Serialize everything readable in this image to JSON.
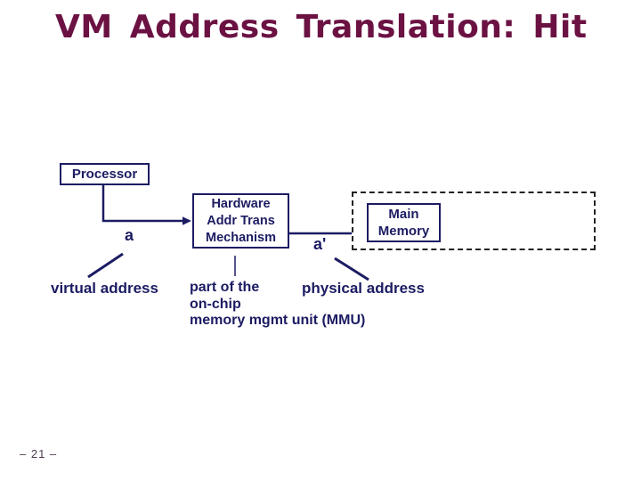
{
  "slide": {
    "title": "VM Address Translation: Hit",
    "page_number": "– 21 –"
  },
  "diagram": {
    "processor_box": {
      "label": "Processor"
    },
    "hw_box": {
      "line1": "Hardware",
      "line2": "Addr Trans",
      "line3": "Mechanism"
    },
    "main_memory_box": {
      "line1": "Main",
      "line2": "Memory"
    },
    "label_a": "a",
    "label_a_prime": "a'",
    "label_virtual_address": "virtual address",
    "label_mmu": {
      "line1": "part of the",
      "line2": "on-chip",
      "line3": "memory mgmt unit (MMU)"
    },
    "label_physical_address": "physical address"
  },
  "colors": {
    "title_text": "#6b1243",
    "diagram_ink": "#1c1c63",
    "dashed_border": "#222222",
    "page_number_text": "#4f3a4d",
    "background": "#ffffff"
  }
}
